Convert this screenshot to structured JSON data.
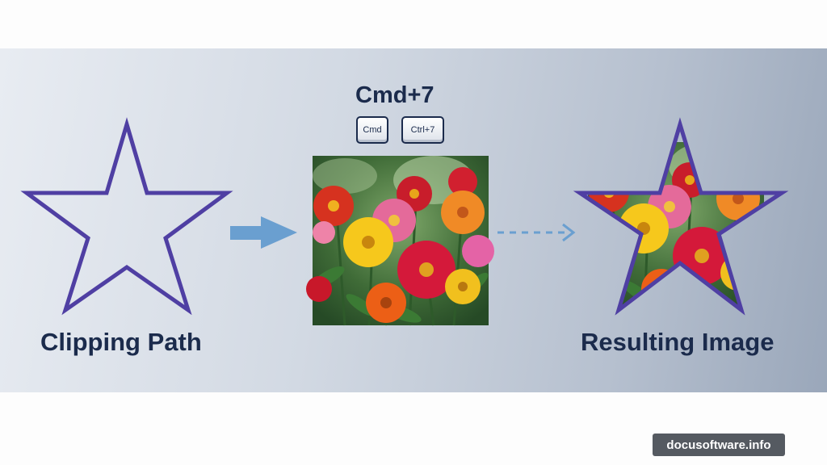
{
  "diagram": {
    "title": "Cmd+7",
    "keys": [
      "Cmd",
      "Ctrl+7"
    ],
    "left_label": "Clipping Path",
    "right_label": "Resulting Image"
  },
  "watermark": "docusoftware.info",
  "colors": {
    "star_stroke": "#4f3fa3",
    "label_text": "#1b2b4c",
    "arrow": "#6a9fd0"
  }
}
